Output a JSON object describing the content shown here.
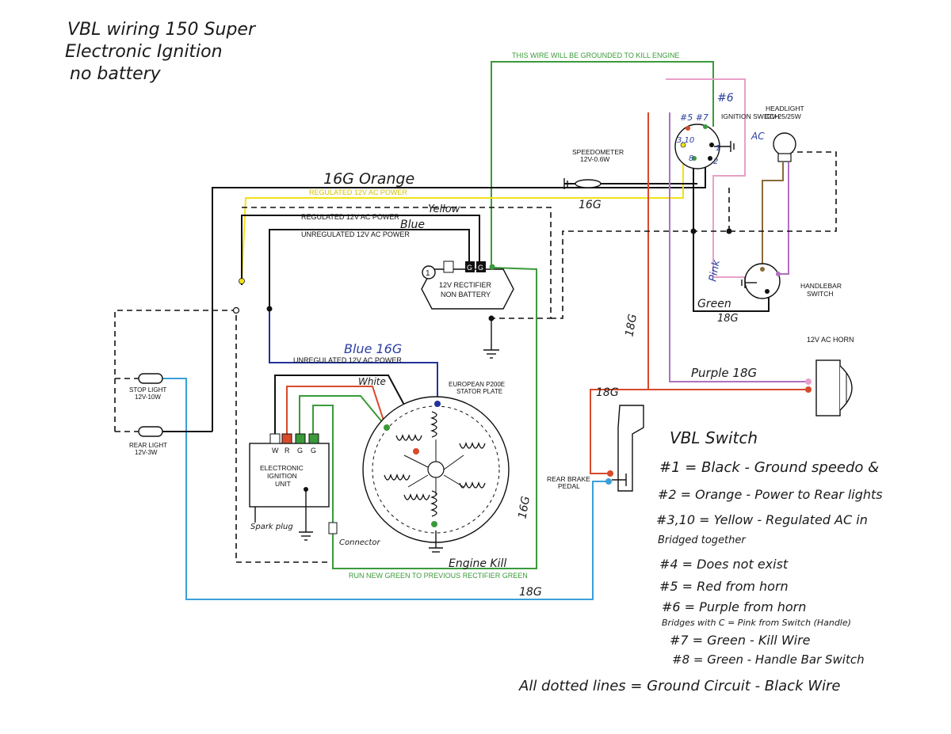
{
  "colors": {
    "green": "#3a9a3a",
    "yellow": "#f2e21a",
    "orange_red": "#d84a2a",
    "blue": "#22339a",
    "light_blue": "#3aa0d8",
    "pink": "#e8a0c8",
    "purple": "#b070c0",
    "brown": "#8a6a3a",
    "black": "#111111"
  },
  "handwritten_title": {
    "line1": "VBL wiring   150 Super",
    "line2": "Electronic Ignition",
    "line3": "no battery"
  },
  "wire_labels": {
    "kill_wire_top": "THIS WIRE WILL BE GROUNDED TO KILL ENGINE",
    "regulated_ac_power": "REGULATED 12V AC POWER",
    "regulated_ac_power_2": "REGULATED 12V AC POWER",
    "unregulated_ac_power": "UNREGULATED 12V AC POWER",
    "unregulated_ac_power_2": "UNREGULATED 12V AC POWER",
    "run_new_green": "RUN NEW GREEN TO PREVIOUS RECTIFIER GREEN"
  },
  "handwritten_wire_notes": {
    "orange_16g": "16G  Orange",
    "yellow": "Yellow",
    "blue": "Blue",
    "g16_right": "16G",
    "blue_16g": "Blue 16G",
    "white": "White",
    "green_18g": "Green",
    "g18_green": "18G",
    "g18_vertical": "18G",
    "purple_18g": "Purple 18G",
    "g18_brake": "18G",
    "g16_stator": "16G",
    "g18_bottom": "18G",
    "engine_kill": "Engine Kill",
    "connector": "Connector",
    "spark_plug": "Spark plug",
    "pink": "Pink",
    "ac": "AC",
    "n6": "#6",
    "n5_7": "#5 #7",
    "n3_10": "3,10",
    "n8": "8",
    "n1": "1",
    "n2": "2"
  },
  "components": {
    "ignition_switch": "IGNITION SWITCH",
    "headlight": "HEADLIGHT",
    "headlight_spec": "12V-25/25W",
    "speedometer": "SPEEDOMETER",
    "speedometer_spec": "12V-0.6W",
    "rectifier_line1": "12V RECTIFIER",
    "rectifier_line2": "NON BATTERY",
    "rectifier_num": "1",
    "rectifier_g1": "G",
    "rectifier_g2": "G",
    "handlebar_switch_1": "HANDLEBAR",
    "handlebar_switch_2": "SWITCH",
    "horn": "12V AC HORN",
    "stop_light": "STOP LIGHT",
    "stop_light_spec": "12V-10W",
    "rear_light": "REAR LIGHT",
    "rear_light_spec": "12V-3W",
    "stator_1": "EUROPEAN P200E",
    "stator_2": "STATOR PLATE",
    "eiu_1": "ELECTRONIC",
    "eiu_2": "IGNITION",
    "eiu_3": "UNIT",
    "eiu_pins": [
      "W",
      "R",
      "G",
      "G"
    ],
    "rear_brake_1": "REAR BRAKE",
    "rear_brake_2": "PEDAL"
  },
  "vbl_switch_notes": {
    "heading": "VBL Switch",
    "lines": [
      "#1 = Black - Ground  speedo &",
      "#2 = Orange - Power to Rear lights",
      "#3,10 = Yellow - Regulated AC in",
      "Bridged together",
      "#4 = Does not exist",
      "#5 = Red from horn",
      "#6 = Purple from horn",
      "Bridges with C = Pink from Switch (Handle)",
      "#7 = Green - Kill Wire",
      "#8 = Green - Handle Bar Switch"
    ],
    "footer": "All dotted lines = Ground Circuit - Black Wire"
  }
}
